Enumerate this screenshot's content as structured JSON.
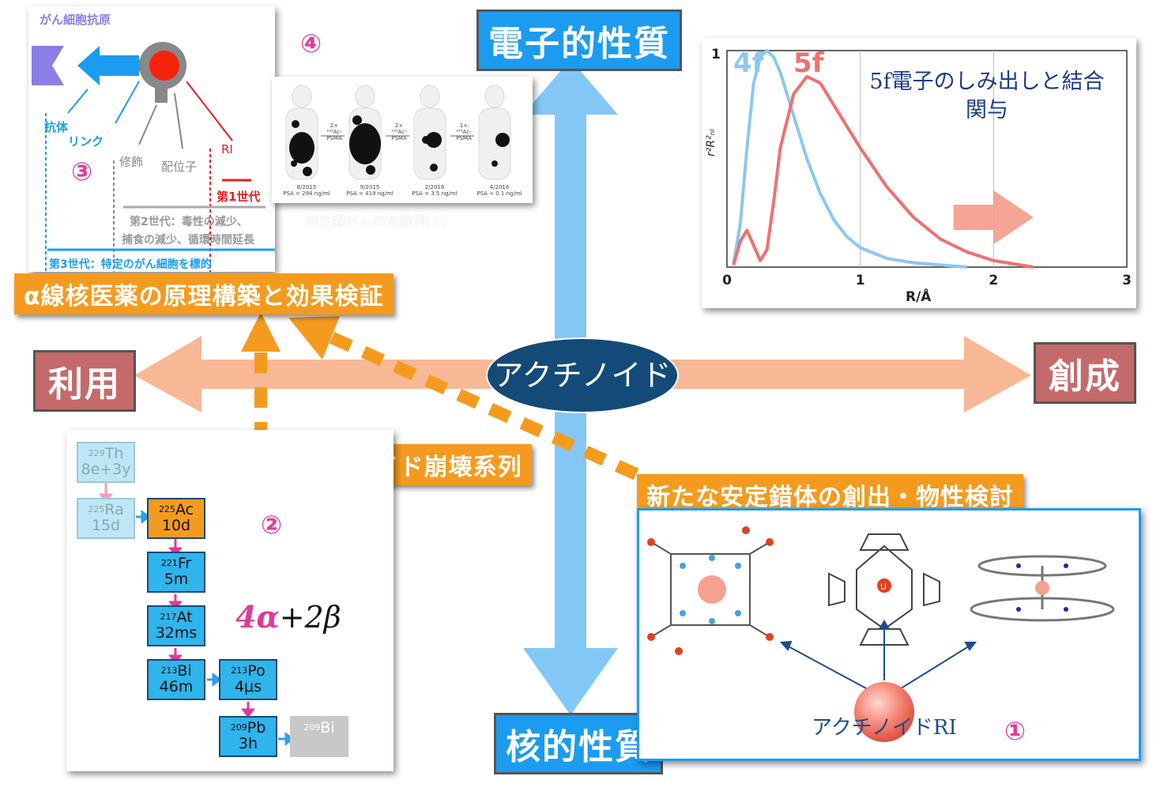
{
  "center_label": "アクチノイド",
  "axes": {
    "top": "電子的性質",
    "bottom": "核的性質",
    "left": "利用",
    "right": "創成"
  },
  "orange_labels": {
    "alpha": "α線核医薬の原理構築と効果検証",
    "decay_series": "利用されるアクチノイド崩壊系列",
    "complex": "新たな安定錯体の創出・物性検討"
  },
  "markers": {
    "m1": "①",
    "m2": "②",
    "m3": "③",
    "m4": "④"
  },
  "panel3": {
    "antigen": "がん細胞抗原",
    "antibody": "抗体",
    "link": "リンク",
    "modification": "修飾",
    "ligand": "配位子",
    "ri": "RI",
    "gen1": "第1世代",
    "gen2_line1": "第2世代：毒性の減少、",
    "gen2_line2": "捕食の減少、循環時間延長",
    "gen3": "第3世代：特定のがん細胞を標的"
  },
  "panel4": {
    "scans": [
      {
        "date": "8/2015",
        "psa": "PSA = 294 ng/ml"
      },
      {
        "date": "9/2015",
        "psa": "PSA = 419 ng/ml"
      },
      {
        "date": "2/2016",
        "psa": "PSA = 3.5 ng/ml"
      },
      {
        "date": "4/2016",
        "psa": "PSA < 0.1 ng/ml"
      }
    ],
    "steps": [
      {
        "n": "2×",
        "agent": "²²⁵Ac-PSMA"
      },
      {
        "n": "2×",
        "agent": "²²⁵Ac-PSMA"
      },
      {
        "n": "1×",
        "agent": "²²⁵Ac-PSMA"
      }
    ],
    "caption": "前立腺がんの治験例[1]"
  },
  "panel2": {
    "nuclides": [
      {
        "mass": "229",
        "sym": "Th",
        "half": "8e+3y"
      },
      {
        "mass": "225",
        "sym": "Ra",
        "half": "15d"
      },
      {
        "mass": "225",
        "sym": "Ac",
        "half": "10d"
      },
      {
        "mass": "221",
        "sym": "Fr",
        "half": "5m"
      },
      {
        "mass": "217",
        "sym": "At",
        "half": "32ms"
      },
      {
        "mass": "213",
        "sym": "Bi",
        "half": "46m"
      },
      {
        "mass": "213",
        "sym": "Po",
        "half": "4μs"
      },
      {
        "mass": "209",
        "sym": "Pb",
        "half": "3h"
      },
      {
        "mass": "209",
        "sym": "Bi",
        "half": ""
      }
    ],
    "formula_a": "4α",
    "formula_b": "+2β"
  },
  "panel1": {
    "ri_label": "アクチノイドRI",
    "atom_label": "U"
  },
  "chart_data": {
    "type": "line",
    "title": "5f電子のしみ出しと結合関与",
    "xlabel": "R/Å",
    "ylabel": "r²R²ₙₗ",
    "xlim": [
      0,
      3
    ],
    "ylim": [
      0,
      1
    ],
    "xticks": [
      "0",
      "1",
      "2",
      "3"
    ],
    "yticks": [
      "1"
    ],
    "series": [
      {
        "name": "4f",
        "color": "#8cc8f0",
        "x": [
          0.05,
          0.1,
          0.15,
          0.2,
          0.25,
          0.3,
          0.35,
          0.4,
          0.5,
          0.6,
          0.7,
          0.8,
          0.9,
          1.0,
          1.2,
          1.4,
          1.6,
          1.8
        ],
        "y": [
          0.02,
          0.2,
          0.55,
          0.85,
          0.97,
          1.0,
          0.97,
          0.9,
          0.7,
          0.5,
          0.34,
          0.22,
          0.14,
          0.09,
          0.04,
          0.02,
          0.01,
          0.0
        ]
      },
      {
        "name": "5f",
        "color": "#f07070",
        "x": [
          0.05,
          0.1,
          0.15,
          0.2,
          0.25,
          0.3,
          0.35,
          0.4,
          0.5,
          0.6,
          0.7,
          0.8,
          1.0,
          1.2,
          1.4,
          1.6,
          1.8,
          2.0,
          2.2,
          2.3
        ],
        "y": [
          0.01,
          0.12,
          0.17,
          0.1,
          0.03,
          0.08,
          0.3,
          0.55,
          0.8,
          0.88,
          0.85,
          0.75,
          0.55,
          0.37,
          0.23,
          0.13,
          0.07,
          0.03,
          0.01,
          0.0
        ]
      }
    ],
    "colors": {
      "4f": "#8cc8f0",
      "5f": "#f07070",
      "text": "#1c3c8c"
    }
  }
}
